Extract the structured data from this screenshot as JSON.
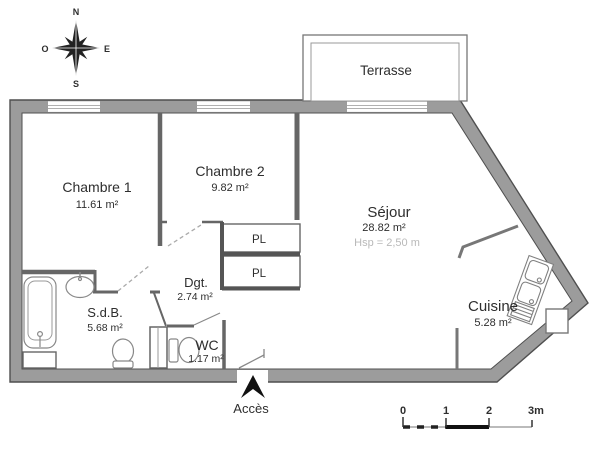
{
  "compass": {
    "north": "N",
    "south": "S",
    "east": "E",
    "west": "O"
  },
  "terrace": {
    "label": "Terrasse"
  },
  "rooms": {
    "chambre1": {
      "name": "Chambre 1",
      "area": "11.61 m²"
    },
    "chambre2": {
      "name": "Chambre 2",
      "area": "9.82 m²"
    },
    "sejour": {
      "name": "Séjour",
      "area": "28.82 m²",
      "ceiling": "Hsp = 2,50 m"
    },
    "cuisine": {
      "name": "Cuisine",
      "area": "5.28 m²"
    },
    "sdb": {
      "name": "S.d.B.",
      "area": "5.68 m²"
    },
    "dgt": {
      "name": "Dgt.",
      "area": "2.74 m²"
    },
    "wc": {
      "name": "WC",
      "area": "1.17 m²"
    }
  },
  "closets": {
    "pl1": "PL",
    "pl2": "PL"
  },
  "access": {
    "label": "Accès"
  },
  "scale": {
    "t0": "0",
    "t1": "1",
    "t2": "2",
    "t3": "3m"
  },
  "colors": {
    "wall_fill": "#9c9c9c",
    "wall_stroke": "#4f4f4f",
    "partition": "#666666",
    "fixture": "#888888",
    "text": "#2e2e2e",
    "muted_text": "#b9b9b9"
  }
}
